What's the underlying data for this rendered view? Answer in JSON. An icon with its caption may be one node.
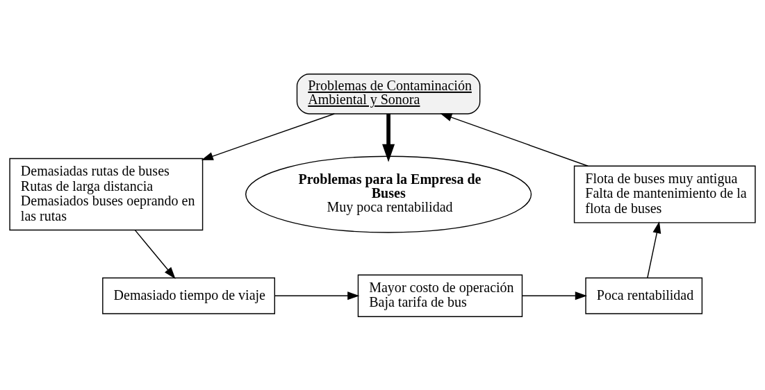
{
  "diagram": {
    "nodes": [
      {
        "text": [
          "Problemas de Contaminación Ambiental y Sonora"
        ]
      },
      {
        "text": [
          "Demasiadas rutas de buses",
          "Rutas de larga distancia",
          "Demasiados buses oeprando en las rutas"
        ]
      },
      {
        "text": [
          "Problemas para la Empresa de Buses",
          "Muy poca rentabilidad"
        ]
      },
      {
        "text": [
          "Demasiado tiempo de viaje"
        ]
      },
      {
        "text": [
          "Mayor costo de operación",
          "Baja tarifa de bus"
        ]
      },
      {
        "text": [
          "Poca rentabilidad"
        ]
      },
      {
        "text": [
          "Flota de buses muy antigua",
          "Falta de mantenimiento de la flota de buses"
        ]
      }
    ],
    "edges": [
      {
        "from": 0,
        "to": 1,
        "arrow": "to"
      },
      {
        "from": 0,
        "to": 2,
        "arrow": "to",
        "style": "thick"
      },
      {
        "from": 1,
        "to": 3,
        "arrow": "to"
      },
      {
        "from": 3,
        "to": 4,
        "arrow": "to"
      },
      {
        "from": 4,
        "to": 5,
        "arrow": "to"
      },
      {
        "from": 5,
        "to": 6,
        "arrow": "to"
      },
      {
        "from": 6,
        "to": 0,
        "arrow": "to"
      }
    ]
  }
}
